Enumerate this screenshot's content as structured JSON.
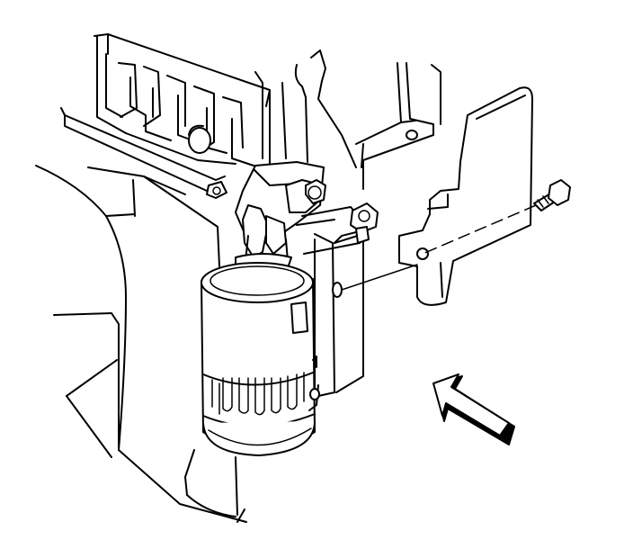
{
  "figure": {
    "type": "line-art-service-diagram",
    "components": [
      "engine-block",
      "oil-filter",
      "oil-filter-adapter",
      "oil-filter-bracket",
      "bracket-bolt",
      "view-direction-arrow"
    ],
    "background_color": "#ffffff",
    "line_color": "#000000"
  }
}
